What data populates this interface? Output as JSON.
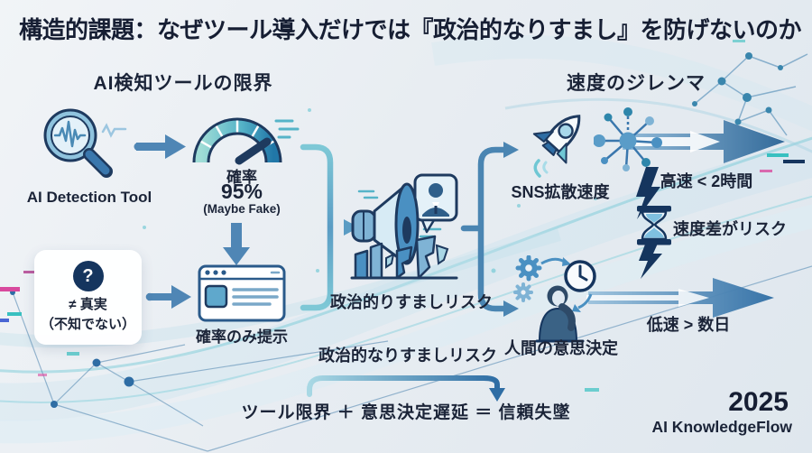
{
  "title": "構造的課題：なぜツール導入だけでは『政治的なりすまし』を防げないのか",
  "sections": {
    "left": {
      "header": "AI検知ツールの限界",
      "tool_label": "AI Detection Tool",
      "gauge_label": "確率",
      "gauge_value": "95%",
      "gauge_note": "(Maybe Fake)",
      "question_mark": "?",
      "neq_line1": "≠ 真実",
      "neq_line2": "（不知でない）",
      "browser_label": "確率のみ提示"
    },
    "center": {
      "risk_label_top": "政治的りすましリスク",
      "risk_label_bottom": "政治的なりすましリスク"
    },
    "right": {
      "header": "速度のジレンマ",
      "sns_label": "SNS拡散速度",
      "fast_label": "高速 < 2時間",
      "gap_label": "速度差がリスク",
      "human_label": "人間の意思決定",
      "slow_label": "低速 > 数日"
    },
    "formula": "ツール限界 ＋ 意思決定遅延 ＝ 信頼失墜",
    "footer": {
      "year": "2025",
      "brand": "AI KnowledgeFlow"
    }
  },
  "icons": {
    "magnifier": "magnifier-waveform-icon",
    "gauge": "probability-gauge-icon",
    "question": "question-mark-icon",
    "browser": "browser-window-icon",
    "megaphone": "megaphone-impersonation-icon",
    "rocket": "rocket-icon",
    "network": "network-spread-icon",
    "hourglass": "hourglass-lightning-icon",
    "human": "human-decision-icon"
  },
  "colors": {
    "background": "#e8edf2",
    "text": "#1b2438",
    "navy": "#15355e",
    "accent": "#2e6da4",
    "steel": "#4f86b5",
    "teal": "#6fc7d4",
    "light_blue": "#a9d6e5"
  }
}
